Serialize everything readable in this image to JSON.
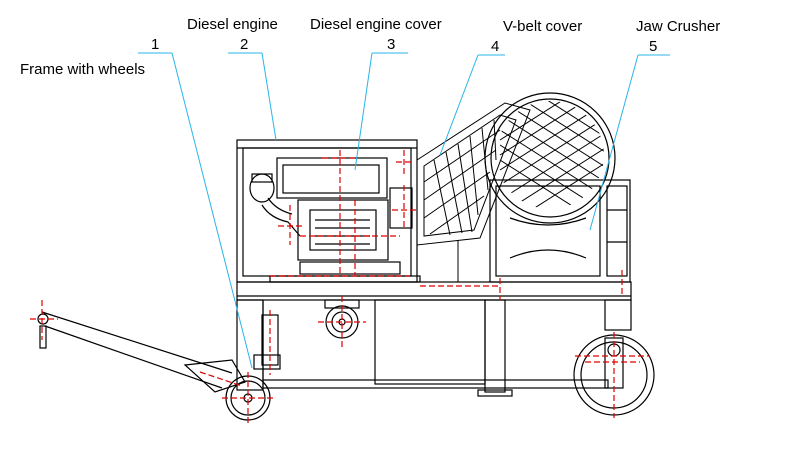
{
  "labels": {
    "frame": "Frame with wheels",
    "diesel_engine": "Diesel engine",
    "engine_cover": "Diesel engine cover",
    "vbelt_cover": "V-belt cover",
    "jaw_crusher": "Jaw Crusher"
  },
  "numbers": [
    "1",
    "2",
    "3",
    "4",
    "5"
  ],
  "colors": {
    "line": "#000000",
    "leader": "#29b6e8",
    "center_mark": "#e00000"
  }
}
